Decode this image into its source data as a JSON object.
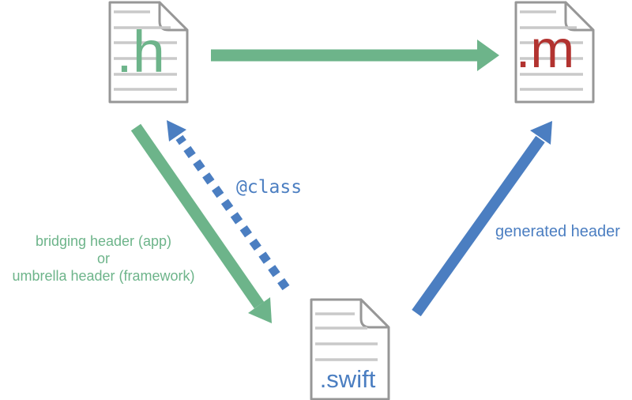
{
  "diagram": {
    "nodes": {
      "header_file": {
        "label": ".h"
      },
      "implementation_file": {
        "label": ".m"
      },
      "swift_file": {
        "label": ".swift"
      }
    },
    "arrows": {
      "h_to_m": {
        "from": ".h",
        "to": ".m",
        "style": "solid",
        "color_name": "green"
      },
      "h_to_swift": {
        "from": ".h",
        "to": ".swift",
        "style": "solid",
        "color_name": "green",
        "label_lines": [
          "bridging header (app)",
          "or",
          "umbrella header (framework)"
        ]
      },
      "swift_to_h": {
        "from": ".swift",
        "to": ".h",
        "style": "dashed",
        "color_name": "blue",
        "label": "@class"
      },
      "swift_to_m": {
        "from": ".swift",
        "to": ".m",
        "style": "solid",
        "color_name": "blue",
        "label": "generated header"
      }
    },
    "colors": {
      "green": "#6DB48A",
      "blue": "#4B7EC1",
      "red": "#B23330",
      "icon_border": "#979797",
      "icon_line": "#C9C9C9",
      "background": "#FFFFFF"
    }
  }
}
